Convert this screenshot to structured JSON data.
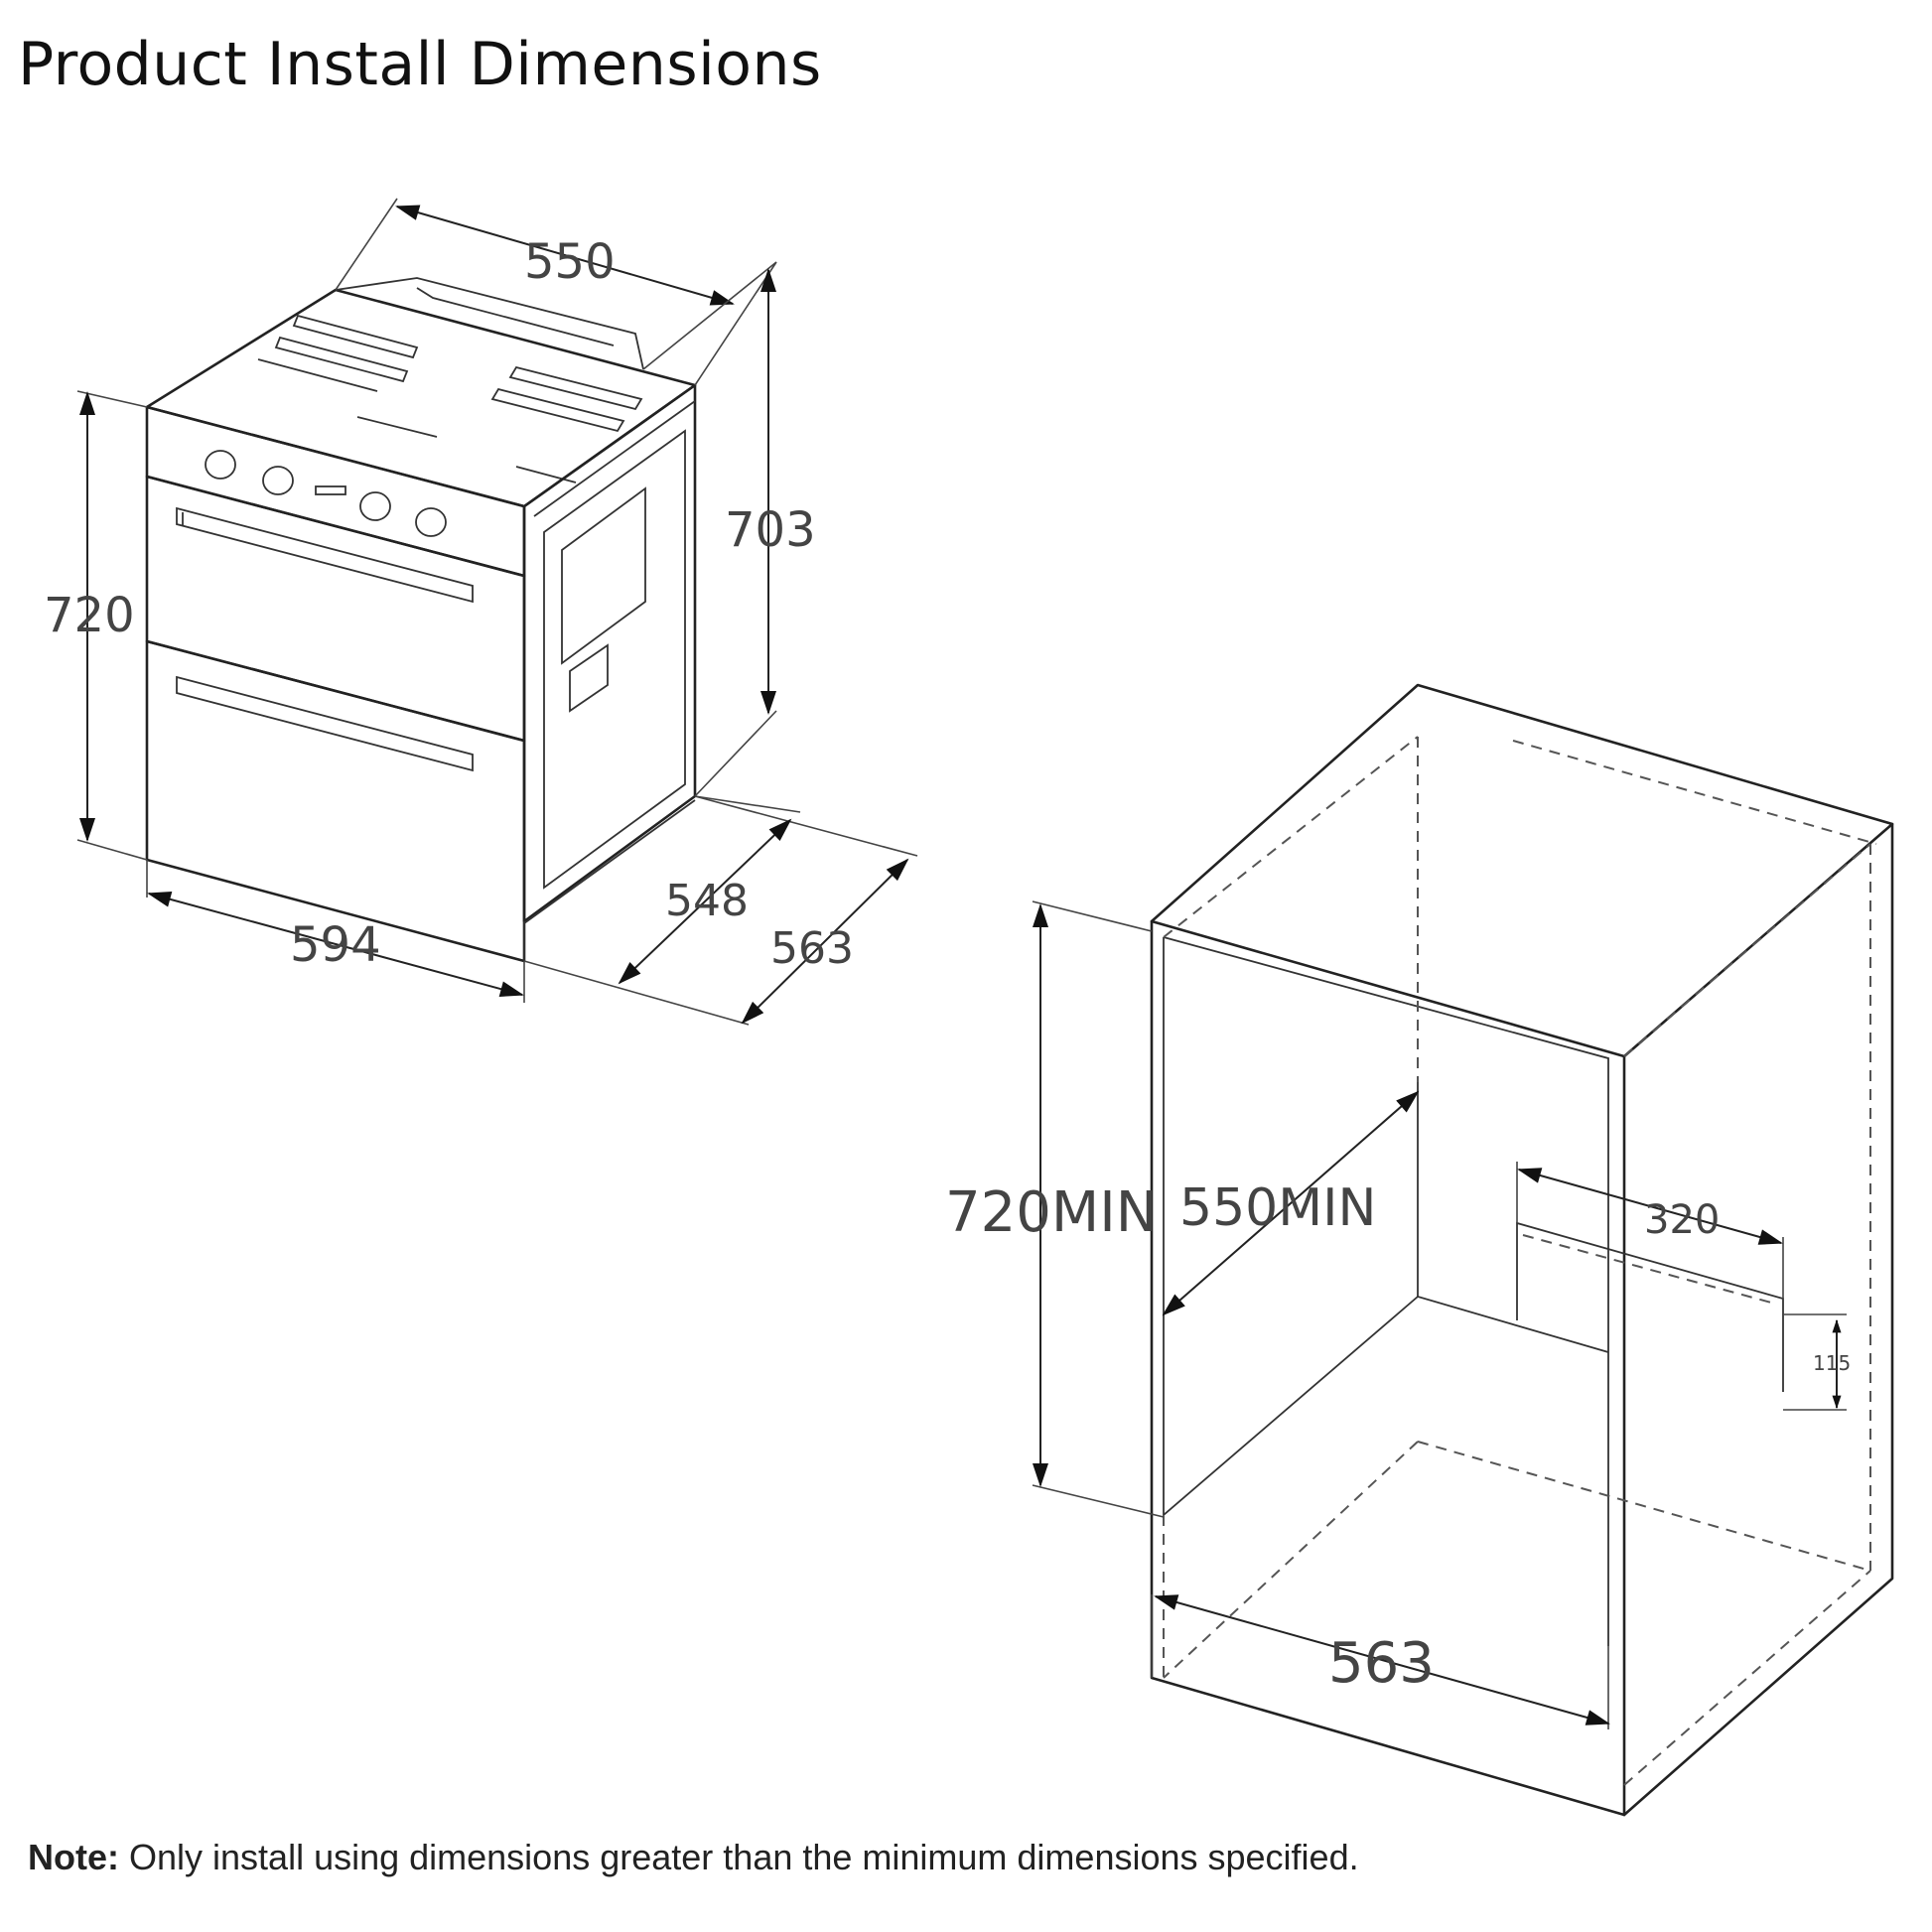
{
  "title": "Product Install Dimensions",
  "oven_dimensions": {
    "top_depth": "550",
    "side_height": "703",
    "front_height": "720",
    "front_width": "594",
    "base_depth_inner": "548",
    "base_depth_outer": "563"
  },
  "cabinet_dimensions": {
    "height": "720MIN",
    "depth": "550MIN",
    "width": "563",
    "cutout_width": "320",
    "cutout_height": "115"
  },
  "note": {
    "label": "Note:",
    "text": " Only install using dimensions greater than the minimum dimensions specified."
  }
}
